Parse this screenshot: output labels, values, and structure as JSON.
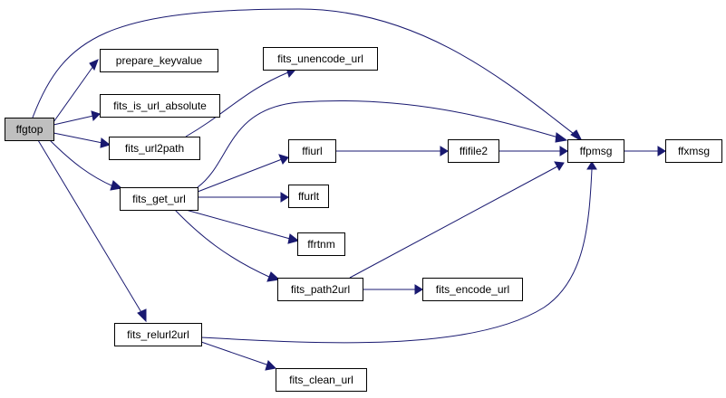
{
  "diagram": {
    "type": "call-graph",
    "colors": {
      "edge": "#191970",
      "root_fill": "#bfbfbf",
      "node_fill": "#ffffff",
      "border": "#000000"
    },
    "nodes": [
      {
        "id": "ffgtop",
        "label": "ffgtop"
      },
      {
        "id": "prepare_keyvalue",
        "label": "prepare_keyvalue"
      },
      {
        "id": "fits_is_url_absolute",
        "label": "fits_is_url_absolute"
      },
      {
        "id": "fits_url2path",
        "label": "fits_url2path"
      },
      {
        "id": "fits_unencode_url",
        "label": "fits_unencode_url"
      },
      {
        "id": "fits_get_url",
        "label": "fits_get_url"
      },
      {
        "id": "ffiurl",
        "label": "ffiurl"
      },
      {
        "id": "ffurlt",
        "label": "ffurlt"
      },
      {
        "id": "ffrtnm",
        "label": "ffrtnm"
      },
      {
        "id": "fits_path2url",
        "label": "fits_path2url"
      },
      {
        "id": "ffifile2",
        "label": "ffifile2"
      },
      {
        "id": "ffpmsg",
        "label": "ffpmsg"
      },
      {
        "id": "ffxmsg",
        "label": "ffxmsg"
      },
      {
        "id": "fits_encode_url",
        "label": "fits_encode_url"
      },
      {
        "id": "fits_relurl2url",
        "label": "fits_relurl2url"
      },
      {
        "id": "fits_clean_url",
        "label": "fits_clean_url"
      }
    ],
    "edges": [
      {
        "from": "ffgtop",
        "to": "ffpmsg"
      },
      {
        "from": "ffgtop",
        "to": "prepare_keyvalue"
      },
      {
        "from": "ffgtop",
        "to": "fits_is_url_absolute"
      },
      {
        "from": "ffgtop",
        "to": "fits_url2path"
      },
      {
        "from": "ffgtop",
        "to": "fits_get_url"
      },
      {
        "from": "ffgtop",
        "to": "fits_relurl2url"
      },
      {
        "from": "fits_url2path",
        "to": "fits_unencode_url"
      },
      {
        "from": "fits_get_url",
        "to": "ffpmsg"
      },
      {
        "from": "fits_get_url",
        "to": "ffiurl"
      },
      {
        "from": "fits_get_url",
        "to": "ffurlt"
      },
      {
        "from": "fits_get_url",
        "to": "ffrtnm"
      },
      {
        "from": "fits_get_url",
        "to": "fits_path2url"
      },
      {
        "from": "ffiurl",
        "to": "ffifile2"
      },
      {
        "from": "ffifile2",
        "to": "ffpmsg"
      },
      {
        "from": "ffpmsg",
        "to": "ffxmsg"
      },
      {
        "from": "fits_path2url",
        "to": "ffpmsg"
      },
      {
        "from": "fits_path2url",
        "to": "fits_encode_url"
      },
      {
        "from": "fits_relurl2url",
        "to": "ffpmsg"
      },
      {
        "from": "fits_relurl2url",
        "to": "fits_clean_url"
      }
    ]
  }
}
